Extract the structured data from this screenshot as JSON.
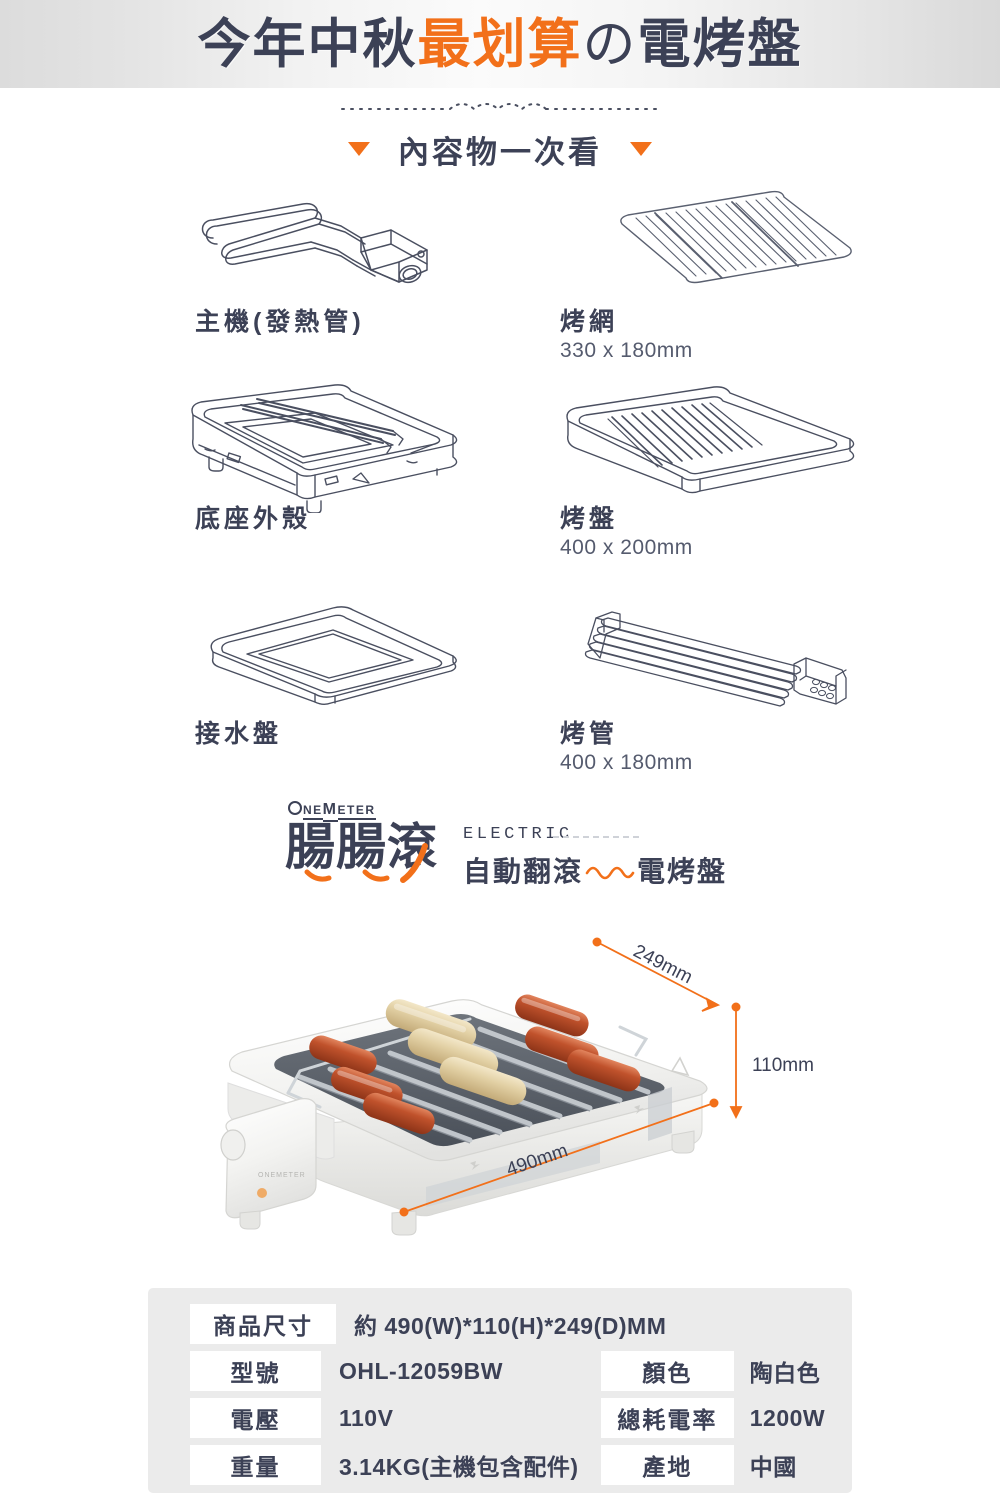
{
  "header": {
    "title_part1": "今年中秋",
    "title_accent": "最划算",
    "title_no": "の",
    "title_part2": "電烤盤"
  },
  "section": {
    "heading": "內容物一次看",
    "left_triangle": "triangle-down-icon",
    "right_triangle": "triangle-down-icon"
  },
  "parts": [
    {
      "label": "主機(發熱管)",
      "dimension": "",
      "art": "heating-element"
    },
    {
      "label": "烤網",
      "dimension": "330 x 180mm",
      "art": "grill-mesh"
    },
    {
      "label": "底座外殼",
      "dimension": "",
      "art": "base-housing"
    },
    {
      "label": "烤盤",
      "dimension": "400 x 200mm",
      "art": "grill-plate"
    },
    {
      "label": "接水盤",
      "dimension": "",
      "art": "drip-tray"
    },
    {
      "label": "烤管",
      "dimension": "400 x 180mm",
      "art": "roller-tubes"
    }
  ],
  "brand": {
    "logo_o": "O",
    "logo_ne": "NE",
    "logo_m": "M",
    "logo_eter": "ETER",
    "logo_full": "ONEMETER",
    "name_cn": "腸腸滾",
    "electric": "ELECTRIC",
    "subtitle_left": "自動翻滾",
    "subtitle_right": "電烤盤",
    "wave": "wave-icon"
  },
  "hero": {
    "dim_depth": "249mm",
    "dim_height": "110mm",
    "dim_width": "490mm",
    "product_image": "electric-grill-with-sausages-photo"
  },
  "spec": {
    "rows": [
      {
        "label_a": "商品尺寸",
        "value_a": "約 490(W)*110(H)*249(D)MM",
        "label_b": "",
        "value_b": "",
        "wide": true
      },
      {
        "label_a": "型號",
        "value_a": "OHL-12059BW",
        "label_b": "顏色",
        "value_b": "陶白色",
        "wide": false
      },
      {
        "label_a": "電壓",
        "value_a": "110V",
        "label_b": "總耗電率",
        "value_b": "1200W",
        "wide": false
      },
      {
        "label_a": "重量",
        "value_a": "3.14KG(主機包含配件)",
        "label_b": "產地",
        "value_b": "中國",
        "wide": false
      }
    ]
  },
  "colors": {
    "accent_orange": "#f2701a",
    "text_dark": "#3c4156",
    "table_bg": "#ebebeb",
    "line_art": "#4a4f60"
  }
}
